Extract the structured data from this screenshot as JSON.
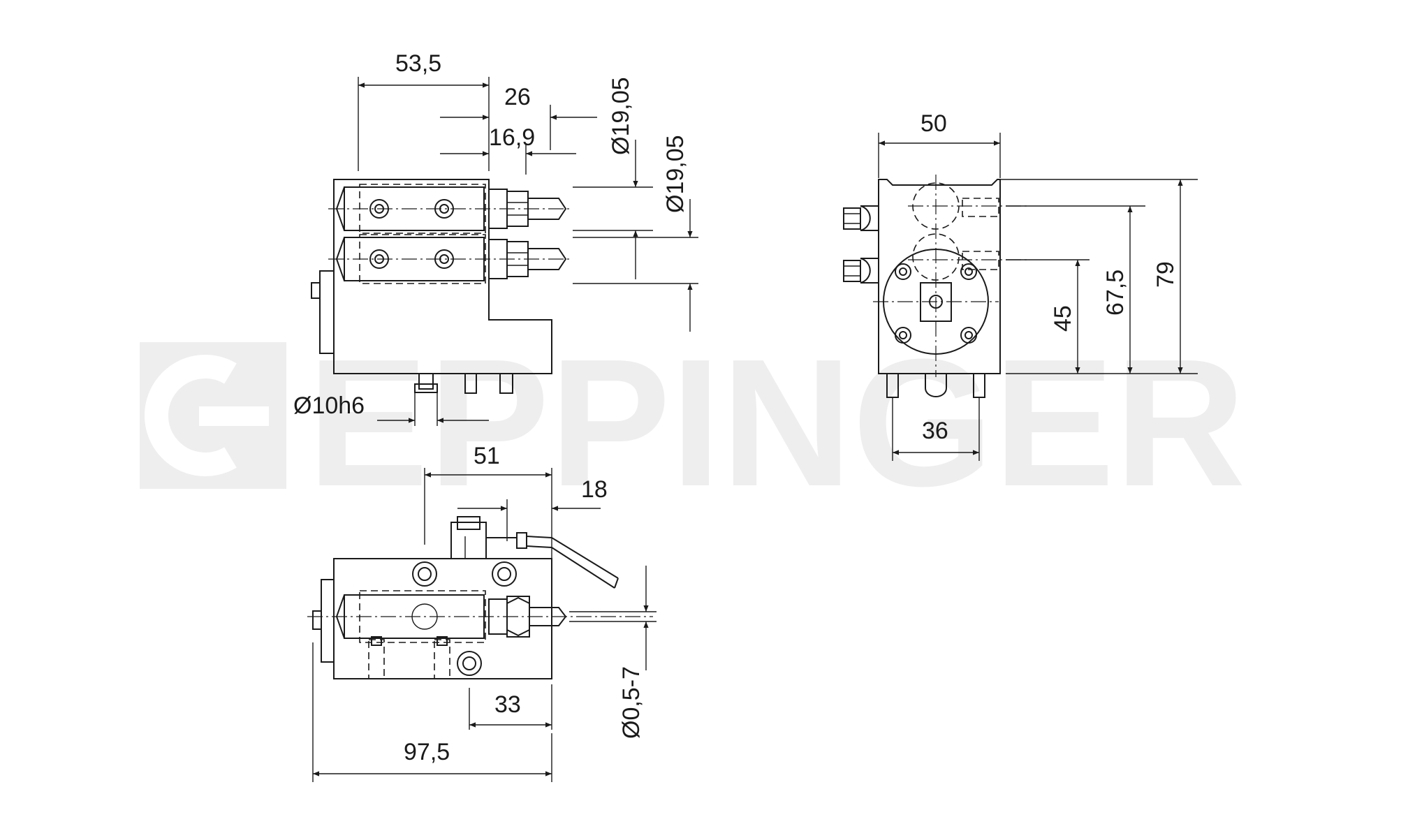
{
  "watermark": {
    "text": "EPPINGER"
  },
  "dimensions": {
    "d53_5": "53,5",
    "d26": "26",
    "d16_9": "16,9",
    "dia19_05_a": "Ø19,05",
    "dia19_05_b": "Ø19,05",
    "dia10h6": "Ø10h6",
    "d50": "50",
    "d79": "79",
    "d67_5": "67,5",
    "d45": "45",
    "d36": "36",
    "d51": "51",
    "d18": "18",
    "d33": "33",
    "d97_5": "97,5",
    "dia0_5_7": "Ø0,5-7"
  },
  "colors": {
    "line": "#1a1a1a",
    "watermark": "#eeeeee",
    "background": "#ffffff"
  }
}
